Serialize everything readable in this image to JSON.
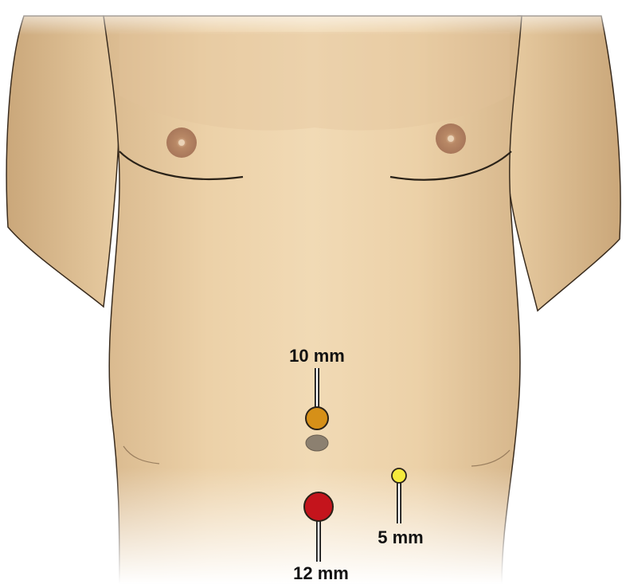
{
  "figure": {
    "ports": [
      {
        "id": "camera",
        "label": "10 mm",
        "color": "#d69018"
      },
      {
        "id": "working",
        "label": "12 mm",
        "color": "#c4141c"
      },
      {
        "id": "accessory",
        "label": "5 mm",
        "color": "#f5ea3c"
      }
    ],
    "umbilicus_color": "#8c8070",
    "skin_color": "#efd6ae",
    "outline_color": "#2a2218"
  }
}
